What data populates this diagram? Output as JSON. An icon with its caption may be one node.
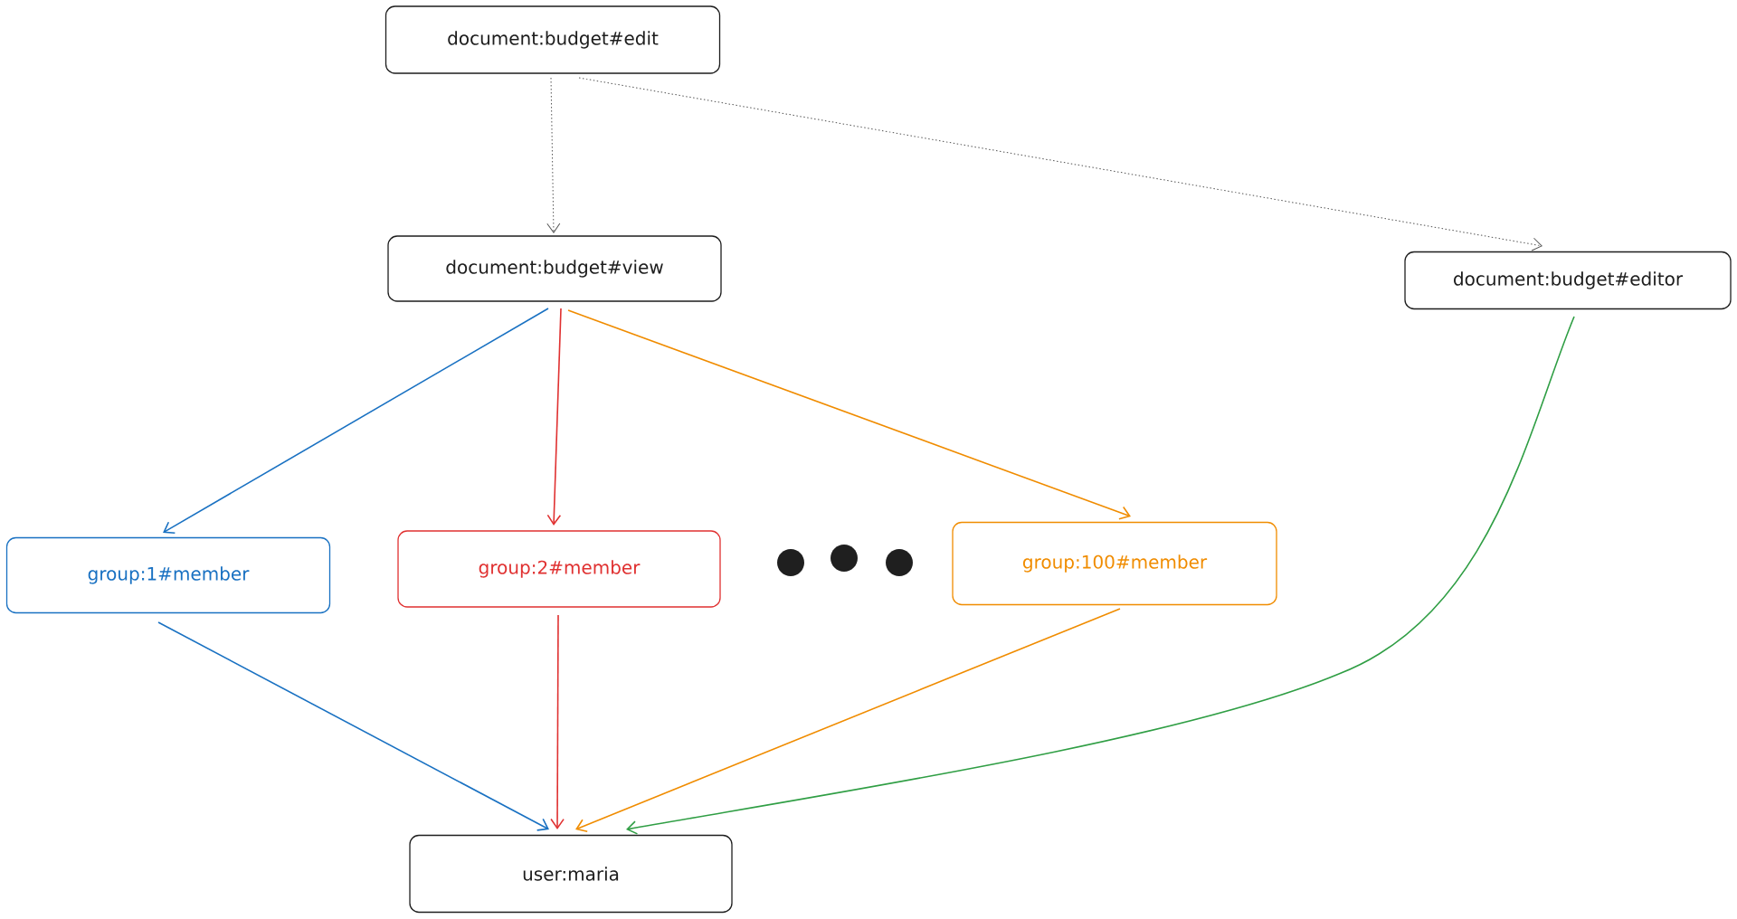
{
  "diagram": {
    "nodes": [
      {
        "text": [
          "document:budget#edit"
        ]
      },
      {
        "text": [
          "document:budget#view"
        ]
      },
      {
        "text": [
          "document:budget#editor"
        ]
      },
      {
        "text": [
          "group:1#member"
        ]
      },
      {
        "text": [
          "group:2#member"
        ]
      },
      {
        "text": [
          "group:100#member"
        ]
      },
      {
        "text": [
          "user:maria"
        ]
      }
    ],
    "edges": [
      {
        "from": 0,
        "to": 1,
        "arrow": "to",
        "style": "dashed"
      },
      {
        "from": 0,
        "to": 2,
        "arrow": "to",
        "style": "dashed"
      },
      {
        "from": 1,
        "to": 3,
        "arrow": "to",
        "color": "#1971c2"
      },
      {
        "from": 1,
        "to": 4,
        "arrow": "to",
        "color": "#e03131"
      },
      {
        "from": 1,
        "to": 5,
        "arrow": "to",
        "color": "#f08c00"
      },
      {
        "from": 3,
        "to": 6,
        "arrow": "to",
        "color": "#1971c2"
      },
      {
        "from": 4,
        "to": 6,
        "arrow": "to",
        "color": "#e03131"
      },
      {
        "from": 5,
        "to": 6,
        "arrow": "to",
        "color": "#f08c00"
      },
      {
        "from": 2,
        "to": 6,
        "arrow": "to",
        "color": "#2f9e44"
      }
    ]
  }
}
